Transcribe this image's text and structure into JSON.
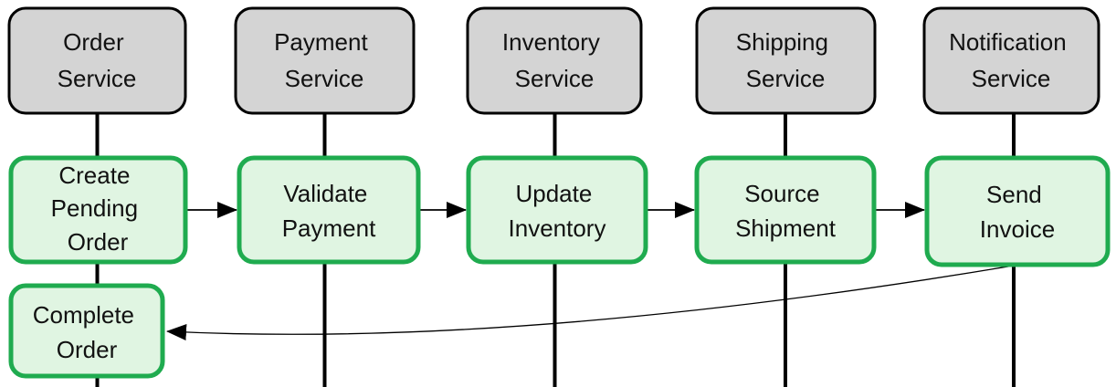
{
  "diagram": {
    "type": "sequence-flow-diagram",
    "services": [
      {
        "name": "Order Service",
        "lines": [
          "Order",
          "Service"
        ]
      },
      {
        "name": "Payment Service",
        "lines": [
          "Payment",
          "Service"
        ]
      },
      {
        "name": "Inventory Service",
        "lines": [
          "Inventory",
          "Service"
        ]
      },
      {
        "name": "Shipping Service",
        "lines": [
          "Shipping",
          "Service"
        ]
      },
      {
        "name": "Notification Service",
        "lines": [
          "Notification",
          "Service"
        ]
      }
    ],
    "steps": [
      {
        "name": "Create Pending Order",
        "service": "Order Service",
        "lines": [
          "Create",
          "Pending",
          "Order"
        ]
      },
      {
        "name": "Validate Payment",
        "service": "Payment Service",
        "lines": [
          "Validate",
          "Payment"
        ]
      },
      {
        "name": "Update Inventory",
        "service": "Inventory Service",
        "lines": [
          "Update",
          "Inventory"
        ]
      },
      {
        "name": "Source Shipment",
        "service": "Shipping Service",
        "lines": [
          "Source",
          "Shipment"
        ]
      },
      {
        "name": "Send Invoice",
        "service": "Notification Service",
        "lines": [
          "Send",
          "Invoice"
        ]
      },
      {
        "name": "Complete Order",
        "service": "Order Service",
        "lines": [
          "Complete",
          "Order"
        ]
      }
    ],
    "flows": [
      {
        "from": "Create Pending Order",
        "to": "Validate Payment"
      },
      {
        "from": "Validate Payment",
        "to": "Update Inventory"
      },
      {
        "from": "Update Inventory",
        "to": "Source Shipment"
      },
      {
        "from": "Source Shipment",
        "to": "Send Invoice"
      },
      {
        "from": "Send Invoice",
        "to": "Complete Order"
      }
    ],
    "colors": {
      "service_fill": "#d4d4d4",
      "service_stroke": "#000000",
      "step_fill": "#e0f5e2",
      "step_stroke": "#1fab4f",
      "line": "#000000",
      "text": "#111111",
      "background": "#ffffff"
    }
  }
}
